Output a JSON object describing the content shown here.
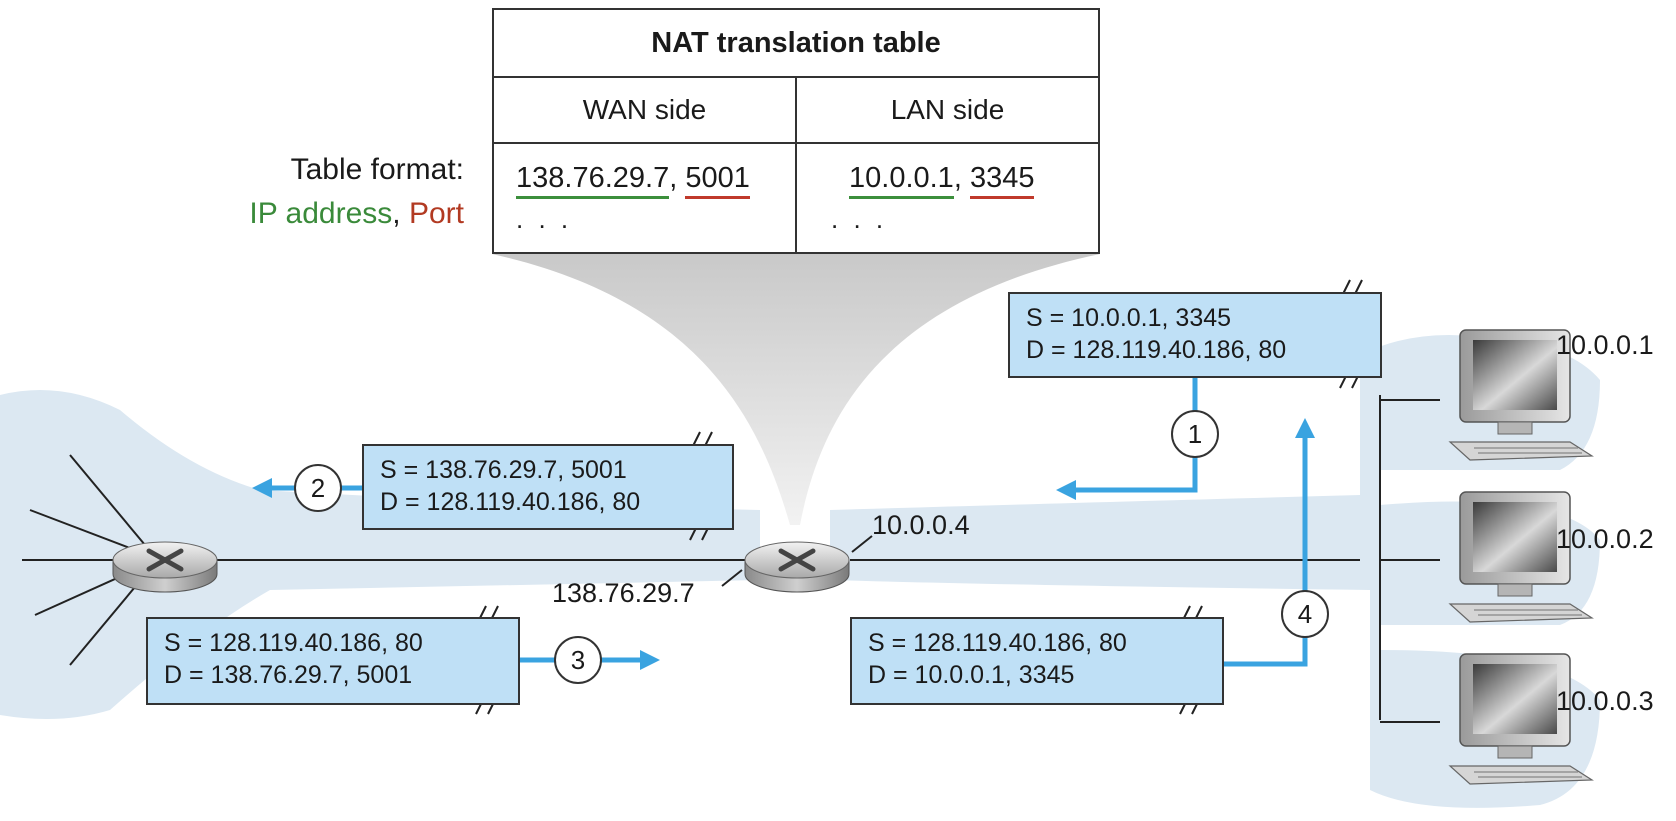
{
  "nat_table": {
    "title": "NAT translation table",
    "wan_header": "WAN side",
    "lan_header": "LAN side",
    "wan_ip": "138.76.29.7",
    "wan_port": "5001",
    "lan_ip": "10.0.0.1",
    "lan_port": "3345",
    "ellipsis": ". . ."
  },
  "table_format": {
    "label": "Table format:",
    "ip_label": "IP address",
    "separator": ",",
    "port_label": "Port"
  },
  "packets": {
    "p1": {
      "src": "S = 10.0.0.1, 3345",
      "dst": "D = 128.119.40.186, 80"
    },
    "p2": {
      "src": "S = 138.76.29.7, 5001",
      "dst": "D = 128.119.40.186, 80"
    },
    "p3": {
      "src": "S = 128.119.40.186, 80",
      "dst": "D = 138.76.29.7, 5001"
    },
    "p4": {
      "src": "S = 128.119.40.186, 80",
      "dst": "D = 10.0.0.1, 3345"
    }
  },
  "steps": {
    "s1": "1",
    "s2": "2",
    "s3": "3",
    "s4": "4"
  },
  "addresses": {
    "router_lan": "10.0.0.4",
    "router_wan": "138.76.29.7",
    "host1": "10.0.0.1",
    "host2": "10.0.0.2",
    "host3": "10.0.0.3"
  },
  "colors": {
    "arrow": "#3aa3e0",
    "packet_fill": "#bfe0f6",
    "network_cloud": "#dce8f2",
    "ip_underline": "#3c8f3c",
    "port_underline": "#c0392b"
  }
}
